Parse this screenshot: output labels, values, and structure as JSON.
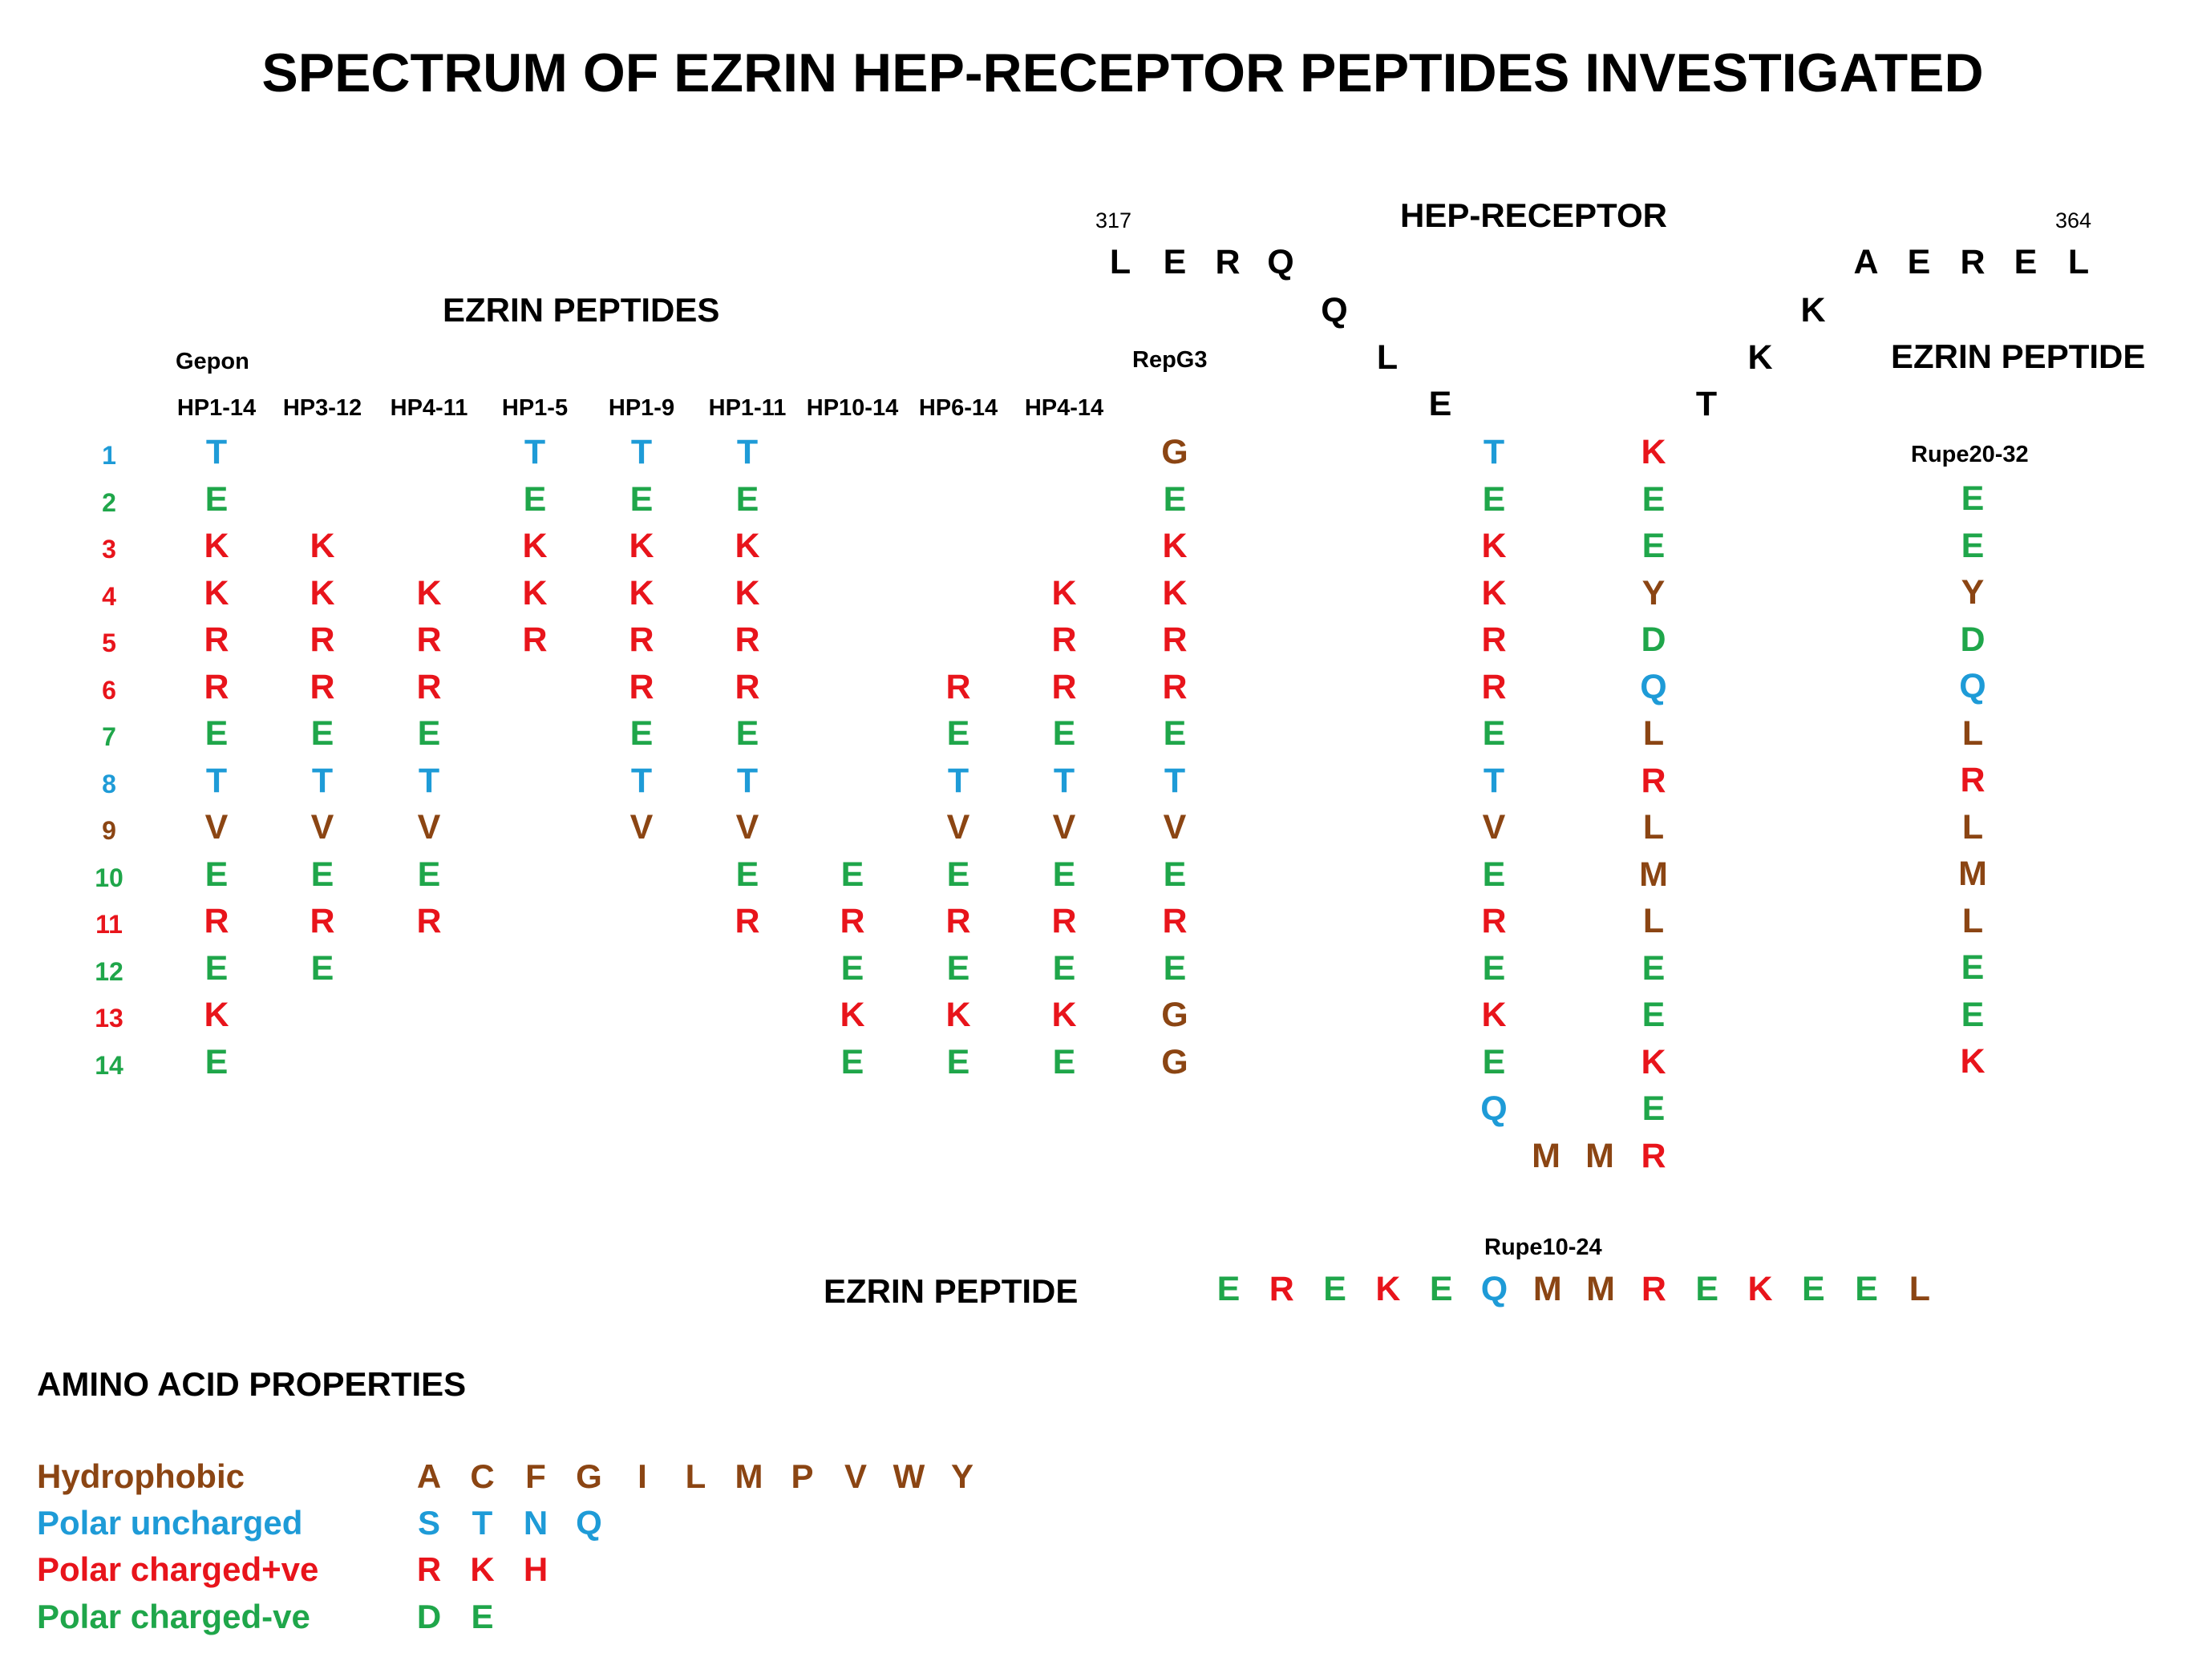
{
  "title": "SPECTRUM OF EZRIN HEP-RECEPTOR PEPTIDES INVESTIGATED",
  "colors": {
    "hydrophobic": "#8B4513",
    "polar_uncharged": "#1E9BD7",
    "polar_pos": "#E8141B",
    "polar_neg": "#1FA64A"
  },
  "labels": {
    "ezrin_peptides": "EZRIN PEPTIDES",
    "gepon": "Gepon",
    "repg3": "RepG3",
    "hep_receptor": "HEP-RECEPTOR",
    "ezrin_peptide_right": "EZRIN PEPTIDE",
    "rupe20": "Rupe20-32",
    "rupe10": "Rupe10-24",
    "ezrin_peptide_bottom": "EZRIN PEPTIDE",
    "num317": "317",
    "num364": "364",
    "amino_props": "AMINO ACID PROPERTIES"
  },
  "row_numbers": [
    "1",
    "2",
    "3",
    "4",
    "5",
    "6",
    "7",
    "8",
    "9",
    "10",
    "11",
    "12",
    "13",
    "14"
  ],
  "columns": [
    {
      "name": "HP1-14",
      "seq": [
        "T",
        "E",
        "K",
        "K",
        "R",
        "R",
        "E",
        "T",
        "V",
        "E",
        "R",
        "E",
        "K",
        "E"
      ]
    },
    {
      "name": "HP3-12",
      "seq": [
        "",
        "",
        "K",
        "K",
        "R",
        "R",
        "E",
        "T",
        "V",
        "E",
        "R",
        "E",
        "",
        ""
      ]
    },
    {
      "name": "HP4-11",
      "seq": [
        "",
        "",
        "",
        "K",
        "R",
        "R",
        "E",
        "T",
        "V",
        "E",
        "R",
        "",
        "",
        ""
      ]
    },
    {
      "name": "HP1-5",
      "seq": [
        "T",
        "E",
        "K",
        "K",
        "R",
        "",
        "",
        "",
        "",
        "",
        "",
        "",
        "",
        ""
      ]
    },
    {
      "name": "HP1-9",
      "seq": [
        "T",
        "E",
        "K",
        "K",
        "R",
        "R",
        "E",
        "T",
        "V",
        "",
        "",
        "",
        "",
        ""
      ]
    },
    {
      "name": "HP1-11",
      "seq": [
        "T",
        "E",
        "K",
        "K",
        "R",
        "R",
        "E",
        "T",
        "V",
        "E",
        "R",
        "",
        "",
        ""
      ]
    },
    {
      "name": "HP10-14",
      "seq": [
        "",
        "",
        "",
        "",
        "",
        "",
        "",
        "",
        "",
        "E",
        "R",
        "E",
        "K",
        "E"
      ]
    },
    {
      "name": "HP6-14",
      "seq": [
        "",
        "",
        "",
        "",
        "",
        "R",
        "E",
        "T",
        "V",
        "E",
        "R",
        "E",
        "K",
        "E"
      ]
    },
    {
      "name": "HP4-14",
      "seq": [
        "",
        "",
        "",
        "K",
        "R",
        "R",
        "E",
        "T",
        "V",
        "E",
        "R",
        "E",
        "K",
        "E"
      ]
    }
  ],
  "repg3_seq": [
    "G",
    "E",
    "K",
    "K",
    "R",
    "R",
    "E",
    "T",
    "V",
    "E",
    "R",
    "E",
    "G",
    "G"
  ],
  "helix": {
    "top_left": [
      "L",
      "E",
      "R",
      "Q"
    ],
    "diag_left": [
      "Q",
      "L",
      "E"
    ],
    "left_strand": [
      "T",
      "E",
      "K",
      "K",
      "R",
      "R",
      "E",
      "T",
      "V",
      "E",
      "R",
      "E",
      "K",
      "E",
      "Q"
    ],
    "bottom_mm": [
      "M",
      "M"
    ],
    "right_strand": [
      "K",
      "E",
      "E",
      "Y",
      "D",
      "Q",
      "L",
      "R",
      "L",
      "M",
      "L",
      "E",
      "E",
      "K",
      "E",
      "R"
    ],
    "diag_right": [
      "T",
      "K",
      "K"
    ],
    "top_right": [
      "A",
      "E",
      "R",
      "E",
      "L"
    ]
  },
  "rupe20_seq": [
    "E",
    "E",
    "Y",
    "D",
    "Q",
    "L",
    "R",
    "L",
    "M",
    "L",
    "E",
    "E",
    "K"
  ],
  "rupe10_seq": [
    "E",
    "R",
    "E",
    "K",
    "E",
    "Q",
    "M",
    "M",
    "R",
    "E",
    "K",
    "E",
    "E",
    "L"
  ],
  "properties": [
    {
      "name": "Hydrophobic",
      "cls": "hydrophobic",
      "letters": [
        "A",
        "C",
        "F",
        "G",
        "I",
        "L",
        "M",
        "P",
        "V",
        "W",
        "Y"
      ]
    },
    {
      "name": "Polar uncharged",
      "cls": "polar_uncharged",
      "letters": [
        "S",
        "T",
        "N",
        "Q"
      ]
    },
    {
      "name": "Polar charged+ve",
      "cls": "polar_pos",
      "letters": [
        "R",
        "K",
        "H"
      ]
    },
    {
      "name": "Polar charged-ve",
      "cls": "polar_neg",
      "letters": [
        "D",
        "E"
      ]
    }
  ]
}
